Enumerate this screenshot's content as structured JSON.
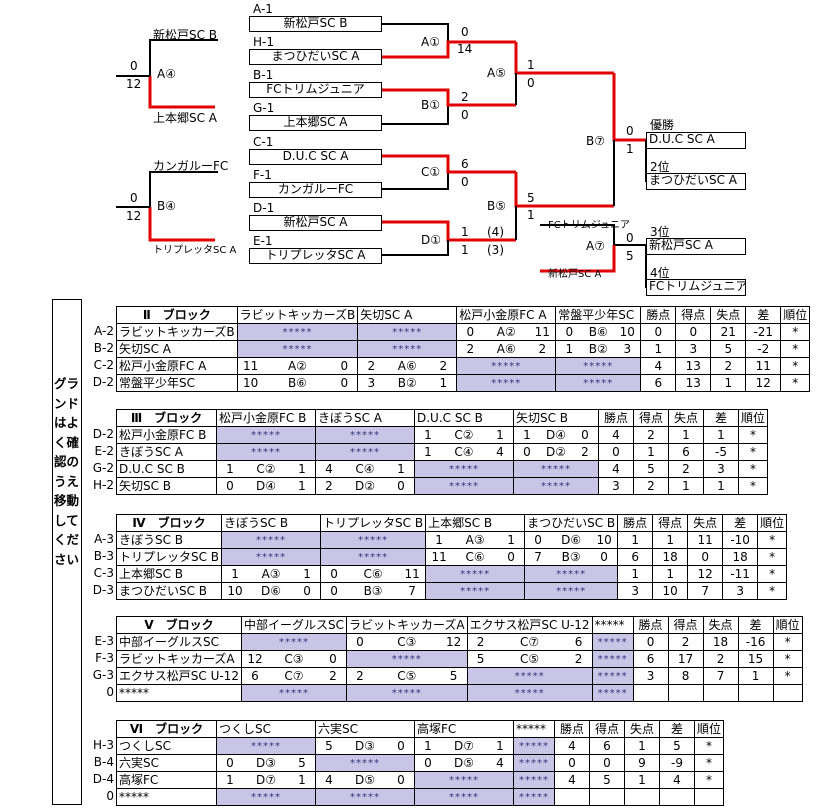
{
  "bracket": {
    "slots": [
      {
        "code": "A-1",
        "team": "新松戸SC B"
      },
      {
        "code": "H-1",
        "team": "まつひだいSC A"
      },
      {
        "code": "B-1",
        "team": "FCトリムジュニア"
      },
      {
        "code": "G-1",
        "team": "上本郷SC A"
      },
      {
        "code": "C-1",
        "team": "D.U.C SC A"
      },
      {
        "code": "F-1",
        "team": "カンガルーFC"
      },
      {
        "code": "D-1",
        "team": "新松戸SC A"
      },
      {
        "code": "E-1",
        "team": "トリプレッタSC A"
      }
    ],
    "prelim_a": {
      "top_team": "新松戸SC B",
      "bottom_team": "上本郷SC A",
      "label": "A④",
      "score_top": "0",
      "score_bottom": "12"
    },
    "prelim_b": {
      "top_team": "カンガルーFC",
      "bottom_team": "トリプレッタSC A",
      "label": "B④",
      "score_top": "0",
      "score_bottom": "12"
    },
    "qf": [
      {
        "label": "A①",
        "score_top": "0",
        "score_bottom": "14"
      },
      {
        "label": "B①",
        "score_top": "2",
        "score_bottom": "0"
      },
      {
        "label": "C①",
        "score_top": "6",
        "score_bottom": "0"
      },
      {
        "label": "D①",
        "score_top": "1",
        "score_bottom": "1",
        "pk_top": "(4)",
        "pk_bottom": "(3)"
      }
    ],
    "sf": [
      {
        "label": "A⑤",
        "score_top": "1",
        "score_bottom": "0"
      },
      {
        "label": "B⑤",
        "score_top": "5",
        "score_bottom": "1"
      }
    ],
    "final": {
      "label": "B⑦",
      "score_top": "0",
      "score_bottom": "1"
    },
    "third": {
      "top_team": "FCトリムジュニア",
      "bottom_team": "新松戸SC A",
      "label": "A⑦",
      "score_top": "0",
      "score_bottom": "5"
    },
    "results": [
      {
        "place": "優勝",
        "team": "D.U.C SC A"
      },
      {
        "place": "2位",
        "team": "まつひだいSC A"
      },
      {
        "place": "3位",
        "team": "新松戸SC A"
      },
      {
        "place": "4位",
        "team": "FCトリムジュニア"
      }
    ]
  },
  "side_note": "グランドはよく確認のうえ移動してください",
  "groups": [
    {
      "header": {
        "block": "Ⅱ　ブロック",
        "cols": [
          "ラビットキッカーズB",
          "矢切SC A",
          "松戸小金原FC A",
          "常盤平少年SC"
        ],
        "stats": [
          "勝点",
          "得点",
          "失点",
          "差",
          "順位"
        ]
      },
      "rows": [
        {
          "code": "A-2",
          "team": "ラビットキッカーズB",
          "cells": [
            {
              "g": "*****"
            },
            {
              "g": "*****"
            },
            {
              "l": "0",
              "m": "A②",
              "r": "11"
            },
            {
              "l": "0",
              "m": "B⑥",
              "r": "10"
            }
          ],
          "stats": [
            "0",
            "0",
            "21",
            "-21",
            "*"
          ]
        },
        {
          "code": "B-2",
          "team": "矢切SC A",
          "cells": [
            {
              "g": "*****"
            },
            {
              "g": "*****"
            },
            {
              "l": "2",
              "m": "A⑥",
              "r": "2"
            },
            {
              "l": "1",
              "m": "B②",
              "r": "3"
            }
          ],
          "stats": [
            "1",
            "3",
            "5",
            "-2",
            "*"
          ]
        },
        {
          "code": "C-2",
          "team": "松戸小金原FC A",
          "cells": [
            {
              "l": "11",
              "m": "A②",
              "r": "0"
            },
            {
              "l": "2",
              "m": "A⑥",
              "r": "2"
            },
            {
              "g": "*****"
            },
            {
              "g": "*****"
            }
          ],
          "stats": [
            "4",
            "13",
            "2",
            "11",
            "*"
          ]
        },
        {
          "code": "D-2",
          "team": "常盤平少年SC",
          "cells": [
            {
              "l": "10",
              "m": "B⑥",
              "r": "0"
            },
            {
              "l": "3",
              "m": "B②",
              "r": "1"
            },
            {
              "g": "*****"
            },
            {
              "g": "*****"
            }
          ],
          "stats": [
            "6",
            "13",
            "1",
            "12",
            "*"
          ]
        }
      ]
    },
    {
      "header": {
        "block": "Ⅲ　ブロック",
        "cols": [
          "松戸小金原FC B",
          "きぼうSC A",
          "D.U.C SC B",
          "矢切SC B"
        ],
        "stats": [
          "勝点",
          "得点",
          "失点",
          "差",
          "順位"
        ]
      },
      "rows": [
        {
          "code": "D-2",
          "team": "松戸小金原FC B",
          "cells": [
            {
              "g": "*****"
            },
            {
              "g": "*****"
            },
            {
              "l": "1",
              "m": "C②",
              "r": "1"
            },
            {
              "l": "1",
              "m": "D④",
              "r": "0"
            }
          ],
          "stats": [
            "4",
            "2",
            "1",
            "1",
            "*"
          ]
        },
        {
          "code": "E-2",
          "team": "きぼうSC A",
          "cells": [
            {
              "g": "*****"
            },
            {
              "g": "*****"
            },
            {
              "l": "1",
              "m": "C④",
              "r": "4"
            },
            {
              "l": "0",
              "m": "D②",
              "r": "2"
            }
          ],
          "stats": [
            "0",
            "1",
            "6",
            "-5",
            "*"
          ]
        },
        {
          "code": "G-2",
          "team": "D.U.C SC B",
          "cells": [
            {
              "l": "1",
              "m": "C②",
              "r": "1"
            },
            {
              "l": "4",
              "m": "C④",
              "r": "1"
            },
            {
              "g": "*****"
            },
            {
              "g": "*****"
            }
          ],
          "stats": [
            "4",
            "5",
            "2",
            "3",
            "*"
          ]
        },
        {
          "code": "H-2",
          "team": "矢切SC B",
          "cells": [
            {
              "l": "0",
              "m": "D④",
              "r": "1"
            },
            {
              "l": "2",
              "m": "D②",
              "r": "0"
            },
            {
              "g": "*****"
            },
            {
              "g": "*****"
            }
          ],
          "stats": [
            "3",
            "2",
            "1",
            "1",
            "*"
          ]
        }
      ]
    },
    {
      "header": {
        "block": "Ⅳ　ブロック",
        "cols": [
          "きぼうSC B",
          "トリプレッタSC B",
          "上本郷SC B",
          "まつひだいSC B"
        ],
        "stats": [
          "勝点",
          "得点",
          "失点",
          "差",
          "順位"
        ]
      },
      "rows": [
        {
          "code": "A-3",
          "team": "きぼうSC B",
          "cells": [
            {
              "g": "*****"
            },
            {
              "g": "*****"
            },
            {
              "l": "1",
              "m": "A③",
              "r": "1"
            },
            {
              "l": "0",
              "m": "D⑥",
              "r": "10"
            }
          ],
          "stats": [
            "1",
            "1",
            "11",
            "-10",
            "*"
          ]
        },
        {
          "code": "B-3",
          "team": "トリプレッタSC B",
          "cells": [
            {
              "g": "*****"
            },
            {
              "g": "*****"
            },
            {
              "l": "11",
              "m": "C⑥",
              "r": "0"
            },
            {
              "l": "7",
              "m": "B③",
              "r": "0"
            }
          ],
          "stats": [
            "6",
            "18",
            "0",
            "18",
            "*"
          ]
        },
        {
          "code": "C-3",
          "team": "上本郷SC B",
          "cells": [
            {
              "l": "1",
              "m": "A③",
              "r": "1"
            },
            {
              "l": "0",
              "m": "C⑥",
              "r": "11"
            },
            {
              "g": "*****"
            },
            {
              "g": "*****"
            }
          ],
          "stats": [
            "1",
            "1",
            "12",
            "-11",
            "*"
          ]
        },
        {
          "code": "D-3",
          "team": "まつひだいSC B",
          "cells": [
            {
              "l": "10",
              "m": "D⑥",
              "r": "0"
            },
            {
              "l": "0",
              "m": "B③",
              "r": "7"
            },
            {
              "g": "*****"
            },
            {
              "g": "*****"
            }
          ],
          "stats": [
            "3",
            "10",
            "7",
            "3",
            "*"
          ]
        }
      ]
    },
    {
      "header": {
        "block": "Ⅴ　ブロック",
        "cols": [
          "中部イーグルスSC",
          "ラビットキッカーズA",
          "エクサス松戸SC U-12",
          "*****"
        ],
        "stats": [
          "勝点",
          "得点",
          "失点",
          "差",
          "順位"
        ]
      },
      "rows": [
        {
          "code": "E-3",
          "team": "中部イーグルスSC",
          "cells": [
            {
              "g": "*****"
            },
            {
              "l": "0",
              "m": "C③",
              "r": "12"
            },
            {
              "l": "2",
              "m": "C⑦",
              "r": "6"
            },
            {
              "g": "*****"
            }
          ],
          "stats": [
            "0",
            "2",
            "18",
            "-16",
            "*"
          ]
        },
        {
          "code": "F-3",
          "team": "ラビットキッカーズA",
          "cells": [
            {
              "l": "12",
              "m": "C③",
              "r": "0"
            },
            {
              "g": "*****"
            },
            {
              "l": "5",
              "m": "C⑤",
              "r": "2"
            },
            {
              "g": "*****"
            }
          ],
          "stats": [
            "6",
            "17",
            "2",
            "15",
            "*"
          ]
        },
        {
          "code": "G-3",
          "team": "エクサス松戸SC U-12",
          "cells": [
            {
              "l": "6",
              "m": "C⑦",
              "r": "2"
            },
            {
              "l": "2",
              "m": "C⑤",
              "r": "5"
            },
            {
              "g": "*****"
            },
            {
              "g": "*****"
            }
          ],
          "stats": [
            "3",
            "8",
            "7",
            "1",
            "*"
          ]
        },
        {
          "code": "0",
          "team": "*****",
          "cells": [
            {
              "g": "*****"
            },
            {
              "g": "*****"
            },
            {
              "g": "*****"
            },
            {
              "g": "*****"
            }
          ],
          "stats": [
            "",
            "",
            "",
            "",
            ""
          ]
        }
      ]
    },
    {
      "header": {
        "block": "Ⅵ　ブロック",
        "cols": [
          "つくしSC",
          "六実SC",
          "高塚FC",
          "*****"
        ],
        "stats": [
          "勝点",
          "得点",
          "失点",
          "差",
          "順位"
        ]
      },
      "rows": [
        {
          "code": "H-3",
          "team": "つくしSC",
          "cells": [
            {
              "g": "*****"
            },
            {
              "l": "5",
              "m": "D③",
              "r": "0"
            },
            {
              "l": "1",
              "m": "D⑦",
              "r": "1"
            },
            {
              "g": "*****"
            }
          ],
          "stats": [
            "4",
            "6",
            "1",
            "5",
            "*"
          ]
        },
        {
          "code": "B-4",
          "team": "六実SC",
          "cells": [
            {
              "l": "0",
              "m": "D③",
              "r": "5"
            },
            {
              "g": "*****"
            },
            {
              "l": "0",
              "m": "D⑤",
              "r": "4"
            },
            {
              "g": "*****"
            }
          ],
          "stats": [
            "0",
            "0",
            "9",
            "-9",
            "*"
          ]
        },
        {
          "code": "D-4",
          "team": "高塚FC",
          "cells": [
            {
              "l": "1",
              "m": "D⑦",
              "r": "1"
            },
            {
              "l": "4",
              "m": "D⑤",
              "r": "0"
            },
            {
              "g": "*****"
            },
            {
              "g": "*****"
            }
          ],
          "stats": [
            "4",
            "5",
            "1",
            "4",
            "*"
          ]
        },
        {
          "code": "0",
          "team": "*****",
          "cells": [
            {
              "g": "*****"
            },
            {
              "g": "*****"
            },
            {
              "g": "*****"
            },
            {
              "g": "*****"
            }
          ],
          "stats": [
            "",
            "",
            "",
            "",
            ""
          ]
        }
      ]
    }
  ]
}
